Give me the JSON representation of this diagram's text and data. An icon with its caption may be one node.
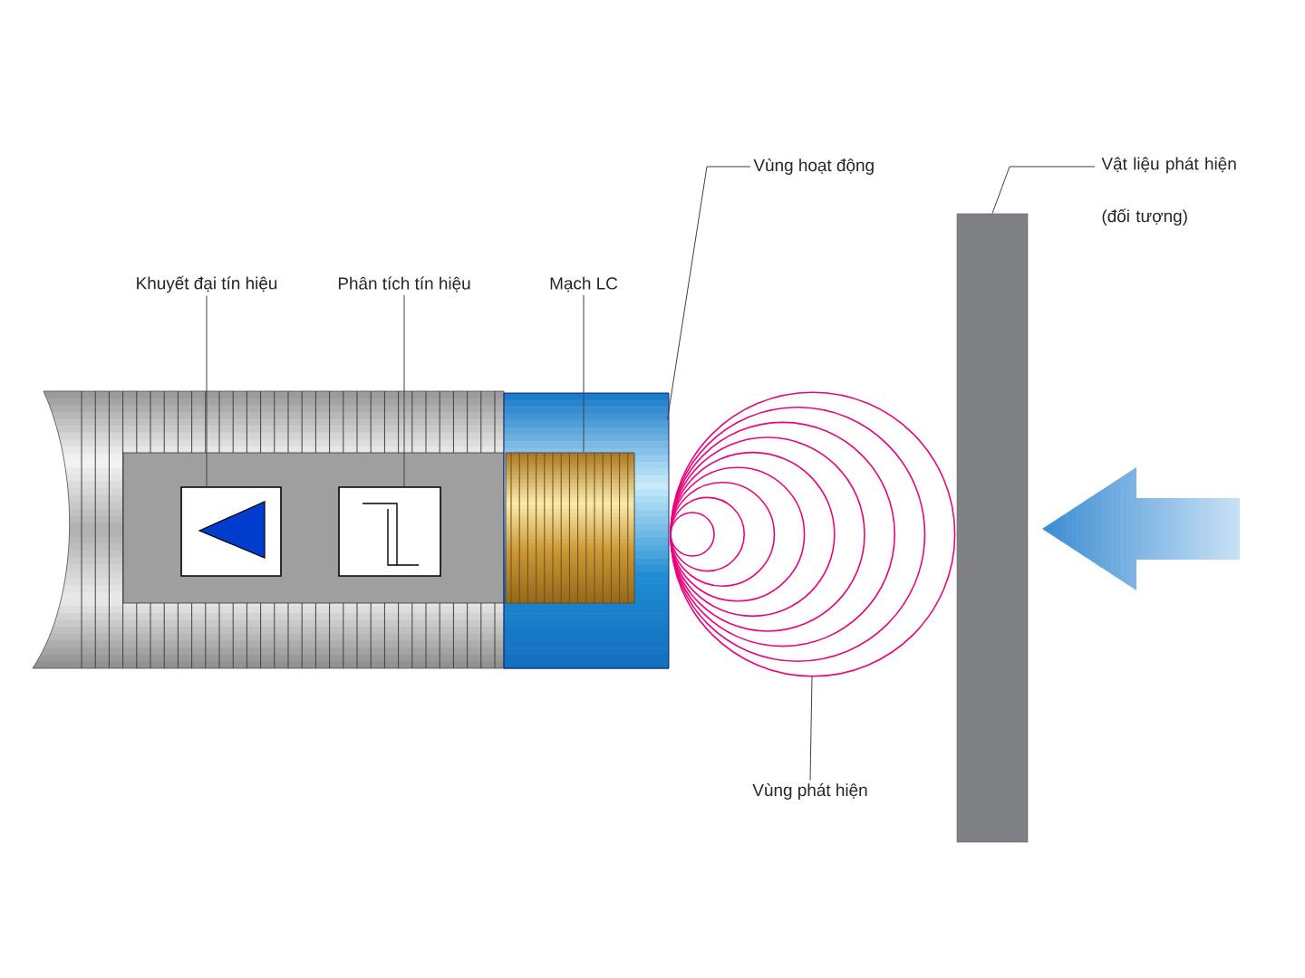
{
  "diagram": {
    "nodes": [
      {
        "text": [
          "Khuyết đại tín hiệu"
        ]
      },
      {
        "text": [
          "Phân tích tín hiệu"
        ]
      },
      {
        "text": [
          "Mạch LC"
        ]
      },
      {
        "text": [
          "Vùng hoạt động"
        ]
      },
      {
        "text": [
          "Vật liệu phát hiện (đối tượng)"
        ]
      },
      {
        "text": [
          "Vùng phát hiện"
        ]
      },
      {
        "text": [],
        "shape": "box"
      },
      {
        "text": [],
        "shape": "box"
      },
      {
        "text": [],
        "shape": "cylinder"
      },
      {
        "text": [],
        "shape": "picture",
        "in": 8
      },
      {
        "text": [],
        "shape": "picture"
      },
      {
        "text": [],
        "shape": "bar"
      }
    ],
    "edges": [
      {
        "from": 0,
        "to": 6,
        "arrow": "none"
      },
      {
        "from": 1,
        "to": 7,
        "arrow": "none"
      },
      {
        "from": 2,
        "to": 9,
        "arrow": "none"
      },
      {
        "from": 3,
        "to": 8,
        "arrow": "none"
      },
      {
        "from": 4,
        "to": 11,
        "arrow": "none"
      },
      {
        "from": 5,
        "to": 10,
        "arrow": "none"
      }
    ]
  }
}
